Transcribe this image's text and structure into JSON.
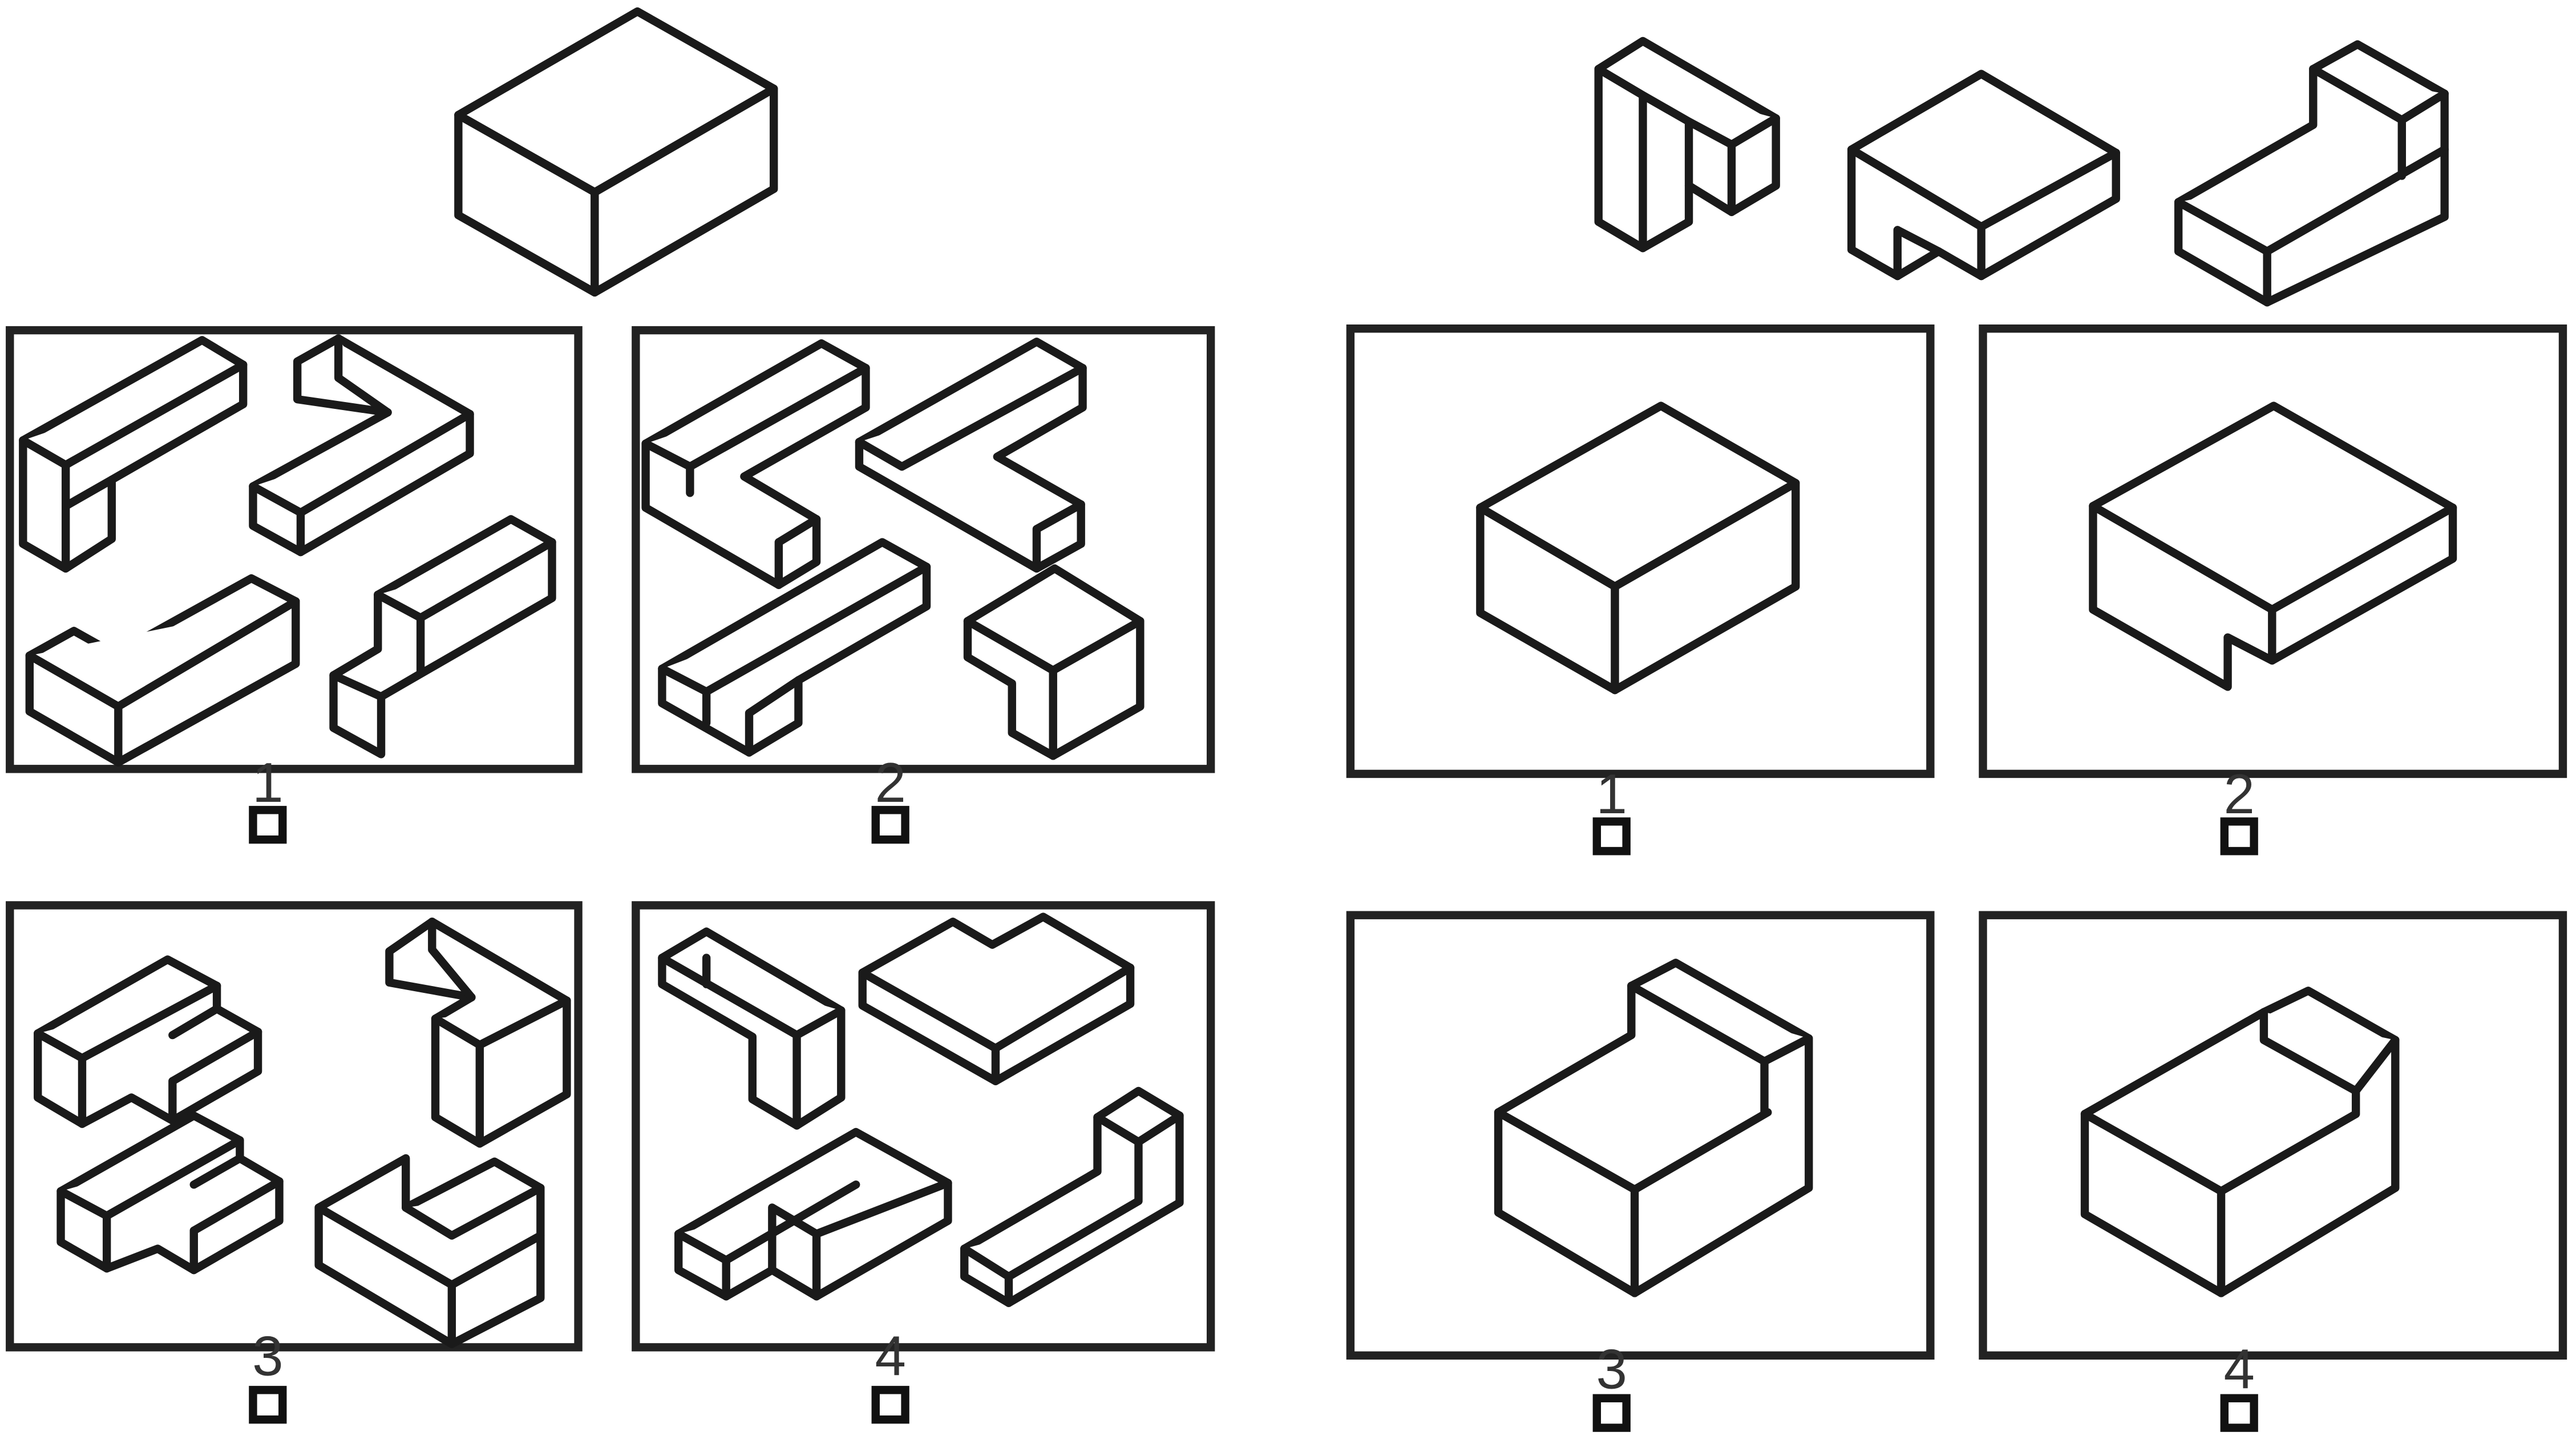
{
  "left_panel": {
    "options": [
      {
        "number": "1"
      },
      {
        "number": "2"
      },
      {
        "number": "3"
      },
      {
        "number": "4"
      }
    ]
  },
  "right_panel": {
    "options": [
      {
        "number": "1"
      },
      {
        "number": "2"
      },
      {
        "number": "3"
      },
      {
        "number": "4"
      }
    ]
  },
  "colors": {
    "line": "#1a1a1a",
    "background": "#ffffff"
  }
}
